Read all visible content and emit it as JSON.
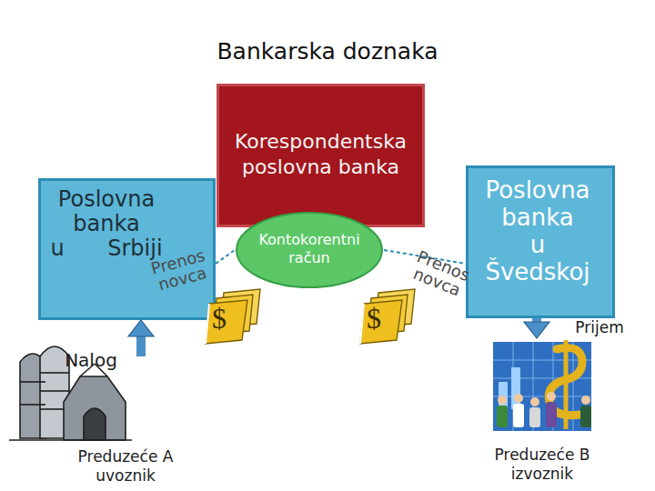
{
  "diagram": {
    "title": "Bankarska doznaka",
    "nodes": [
      {
        "text": [
          "Korespondentska poslovna banka"
        ]
      },
      {
        "text": [
          "Poslovna banka u Srbiji"
        ]
      },
      {
        "text": [
          "Kontokorentni račun"
        ]
      },
      {
        "text": [
          "Poslovna banka u Švedskoj"
        ]
      },
      {
        "text": [
          "Preduzeće A uvoznik"
        ]
      },
      {
        "text": [
          "Preduzeće B izvoznik"
        ]
      }
    ],
    "edges": [
      {
        "from": 4,
        "to": 1,
        "arrow": "to",
        "label": "Nalog"
      },
      {
        "from": 1,
        "to": 2,
        "arrow": "none",
        "label": "Prenos novca"
      },
      {
        "from": 2,
        "to": 3,
        "arrow": "none",
        "label": "Prenos novca"
      },
      {
        "from": 3,
        "to": 5,
        "arrow": "to",
        "label": "Prijem"
      }
    ],
    "labels": [
      "$",
      "$"
    ]
  }
}
